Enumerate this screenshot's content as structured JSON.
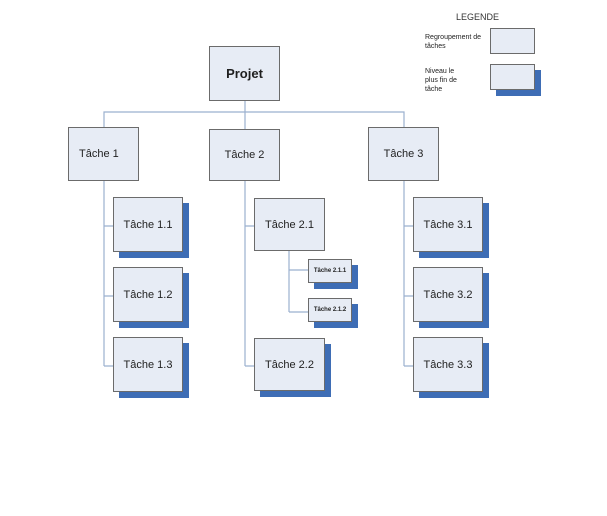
{
  "legend": {
    "title": "LEGENDE",
    "grouping_label": "Regroupement de tâches",
    "finest_label": "Niveau le plus fin de tâche"
  },
  "root": {
    "label": "Projet"
  },
  "tasks": [
    {
      "label": "Tâche 1",
      "subtasks": [
        {
          "label": "Tâche 1.1"
        },
        {
          "label": "Tâche 1.2"
        },
        {
          "label": "Tâche 1.3"
        }
      ]
    },
    {
      "label": "Tâche 2",
      "subtasks": [
        {
          "label": "Tâche 2.1",
          "subtasks": [
            {
              "label": "Tâche 2.1.1"
            },
            {
              "label": "Tâche 2.1.2"
            }
          ]
        },
        {
          "label": "Tâche 2.2"
        }
      ]
    },
    {
      "label": "Tâche 3",
      "subtasks": [
        {
          "label": "Tâche 3.1"
        },
        {
          "label": "Tâche 3.2"
        },
        {
          "label": "Tâche 3.3"
        }
      ]
    }
  ],
  "colors": {
    "box_fill": "#e7ecf5",
    "border": "#6b6b6b",
    "shadow": "#3e6db5",
    "connector": "#9bb0cf"
  }
}
